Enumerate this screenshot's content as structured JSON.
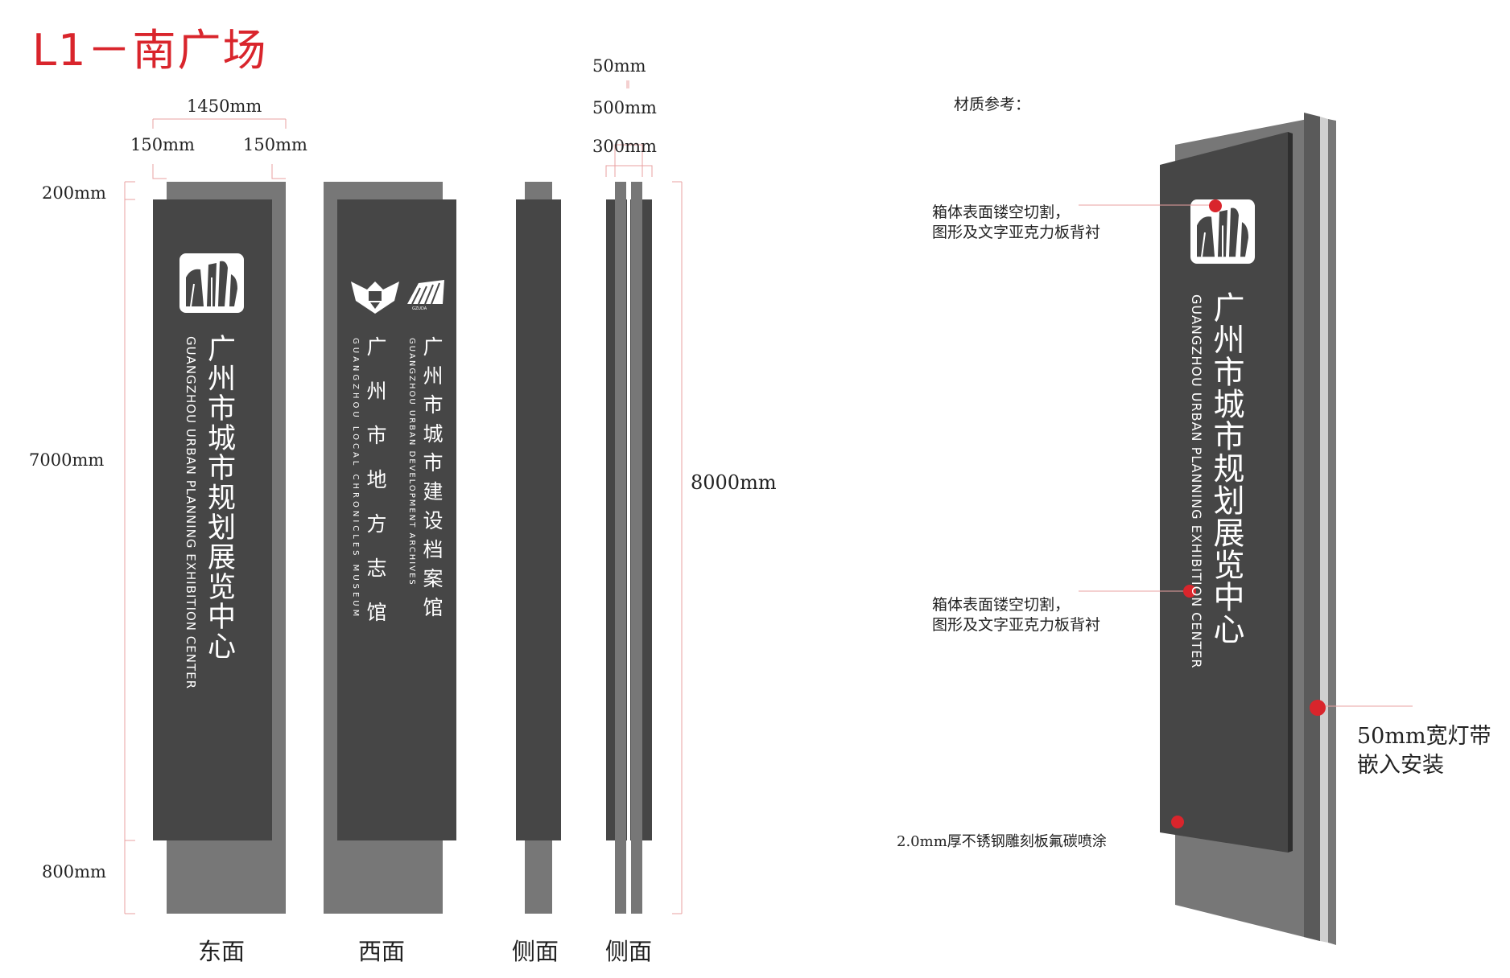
{
  "title": "L1－南广场",
  "colors": {
    "accent": "#d9252c",
    "panel": "#464646",
    "shadow": "#777777",
    "text_light": "#ffffff"
  },
  "dimensions": {
    "width_total": "1450mm",
    "margin_left": "150mm",
    "margin_right": "150mm",
    "top": "200mm",
    "body": "7000mm",
    "base": "800mm",
    "overall": "8000mm",
    "side_gap": "50mm",
    "side_depth": "500mm",
    "side_inner": "300mm"
  },
  "views": {
    "east": "东面",
    "west": "西面",
    "side1": "侧面",
    "side2": "侧面"
  },
  "sign": {
    "main_cn": "广州市城市规划展览中心",
    "main_en": "GUANGZHOU URBAN PLANNING EXHIBITION CENTER",
    "west_cn_1": "广州市地方志馆",
    "west_en_1": "GUANGZHOU LOCAL CHRONICLES MUSEUM",
    "west_cn_2": "广州市城市建设档案馆",
    "west_en_2": "GUANGZHOU URBAN DEVELOPMENT ARCHIVES",
    "archive_logo_text": "GZUDA"
  },
  "icons": [
    "city-logo-icon",
    "chronicles-logo-icon",
    "archives-logo-icon",
    "callout-dot-icon"
  ],
  "materials": {
    "heading": "材质参考：",
    "note1_line1": "箱体表面镂空切割，",
    "note1_line2": "图形及文字亚克力板背衬",
    "note2_line1": "箱体表面镂空切割，",
    "note2_line2": "图形及文字亚克力板背衬",
    "note3_line1": "50mm宽灯带",
    "note3_line2": "嵌入安装",
    "note4": "2.0mm厚不锈钢雕刻板氟碳喷涂"
  }
}
